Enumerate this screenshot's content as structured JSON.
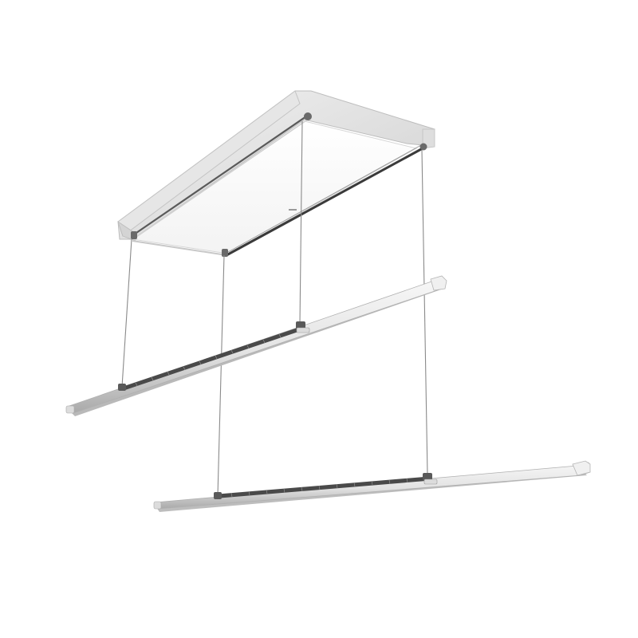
{
  "scene": {
    "subject": "ceiling-mounted-drying-rack",
    "background_color": "#ffffff",
    "colors": {
      "housing_top": "#d9d9d9",
      "housing_side": "#eeeeee",
      "housing_edge": "#bdbdbd",
      "light_panel": "#ffffff",
      "rail_dark": "#3a3a3a",
      "cable": "#8a8a8a",
      "bar_body": "#e9e9e9",
      "bar_shadow": "#9e9e9e",
      "bar_slots": "#4a4a4a"
    },
    "hanging_bars": 2,
    "suspension_cables": 4
  }
}
